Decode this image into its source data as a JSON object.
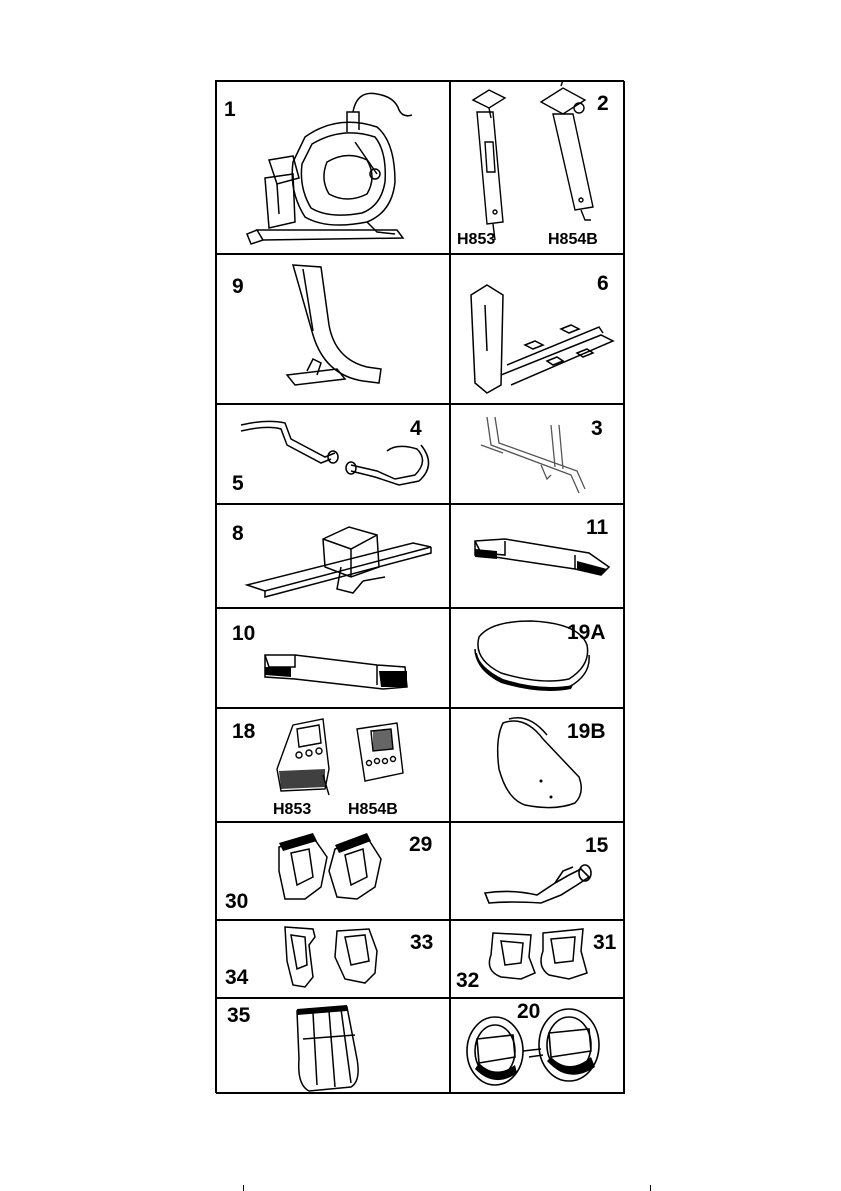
{
  "parts": {
    "p1": {
      "num": "1"
    },
    "p2": {
      "num": "2",
      "model_a": "H853",
      "model_b": "H854B"
    },
    "p9": {
      "num": "9"
    },
    "p6": {
      "num": "6"
    },
    "p4": {
      "num": "4"
    },
    "p5": {
      "num": "5"
    },
    "p3": {
      "num": "3"
    },
    "p8": {
      "num": "8"
    },
    "p11": {
      "num": "11"
    },
    "p10": {
      "num": "10"
    },
    "p19a": {
      "num": "19A"
    },
    "p18": {
      "num": "18",
      "model_a": "H853",
      "model_b": "H854B"
    },
    "p19b": {
      "num": "19B"
    },
    "p29": {
      "num": "29"
    },
    "p30": {
      "num": "30"
    },
    "p15": {
      "num": "15"
    },
    "p33": {
      "num": "33"
    },
    "p34": {
      "num": "34"
    },
    "p31": {
      "num": "31"
    },
    "p32": {
      "num": "32"
    },
    "p35": {
      "num": "35"
    },
    "p20": {
      "num": "20"
    }
  }
}
